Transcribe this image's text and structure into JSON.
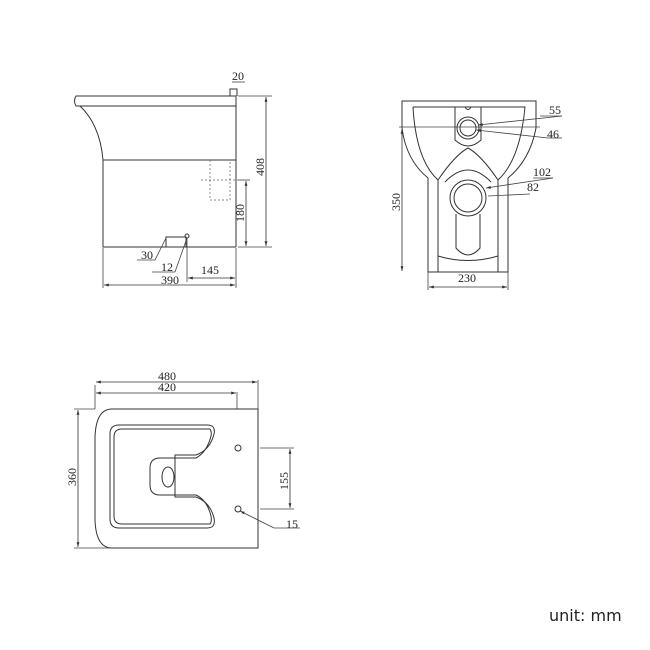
{
  "side_view": {
    "dim_top_pipe": "20",
    "dim_height": "408",
    "dim_inlet_height": "180",
    "dim_outlet_height": "30",
    "dim_outlet_dia": "12",
    "dim_outlet_offset": "145",
    "dim_depth": "390"
  },
  "back_view": {
    "dim_inlet_outer": "55",
    "dim_inlet_inner": "46",
    "dim_outlet_outer": "102",
    "dim_outlet_inner": "82",
    "dim_height": "350",
    "dim_width": "230"
  },
  "top_view": {
    "dim_total_length": "480",
    "dim_fixing_length": "420",
    "dim_width": "360",
    "dim_hole_spacing": "155",
    "dim_hole_dia": "15"
  },
  "unit_label": "unit: mm"
}
